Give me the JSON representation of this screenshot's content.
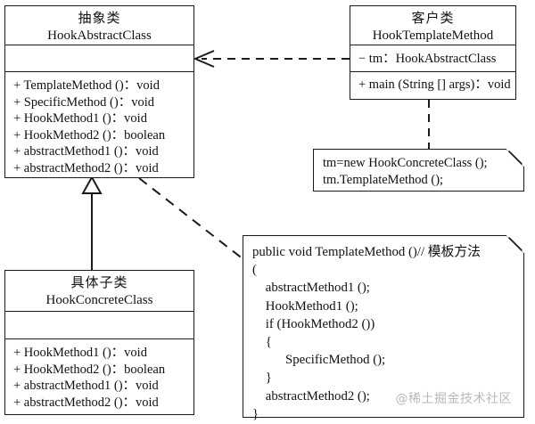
{
  "diagram": {
    "title": "Hook Template Method UML class diagram",
    "stroke_color": "#1a1a1a",
    "background": "#ffffff",
    "watermark": "@稀土掘金技术社区"
  },
  "abstract_class": {
    "stereotype_cn": "抽象类",
    "name": "HookAbstractClass",
    "attributes": [],
    "operations": [
      "+ TemplateMethod ()：void",
      "+ SpecificMethod ()：void",
      "+ HookMethod1 ()：void",
      "+ HookMethod2 ()：boolean",
      "+ abstractMethod1 ()：void",
      "+ abstractMethod2 ()：void"
    ]
  },
  "client_class": {
    "stereotype_cn": "客户类",
    "name": "HookTemplateMethod",
    "attributes": [
      "− tm：HookAbstractClass"
    ],
    "operations": [
      "+ main (String [] args)：void"
    ]
  },
  "concrete_class": {
    "stereotype_cn": "具体子类",
    "name": "HookConcreteClass",
    "attributes": [],
    "operations": [
      "+ HookMethod1 ()：void",
      "+ HookMethod2 ()：boolean",
      "+ abstractMethod1 ()：void",
      "+ abstractMethod2 ()：void"
    ]
  },
  "client_note": {
    "lines": "tm=new HookConcreteClass ();\ntm.TemplateMethod ();"
  },
  "code_note": {
    "lines": "public void TemplateMethod ()// 模板方法\n(\n    abstractMethod1 ();\n    HookMethod1 ();\n    if (HookMethod2 ())\n    {\n          SpecificMethod ();\n    }\n    abstractMethod2 ();\n}"
  },
  "relations": [
    {
      "name": "dependency-client-to-abstract",
      "type": "dependency",
      "style": "dashed-open-arrow",
      "from": "HookTemplateMethod",
      "to": "HookAbstractClass"
    },
    {
      "name": "generalization-concrete-to-abstract",
      "type": "generalization",
      "style": "solid-hollow-triangle",
      "from": "HookConcreteClass",
      "to": "HookAbstractClass"
    },
    {
      "name": "note-anchor-abstract-to-code-note",
      "type": "note-anchor",
      "style": "dashed",
      "from": "HookAbstractClass",
      "to": "code_note"
    },
    {
      "name": "note-anchor-client-to-client-note",
      "type": "note-anchor",
      "style": "dashed",
      "from": "HookTemplateMethod",
      "to": "client_note"
    }
  ]
}
